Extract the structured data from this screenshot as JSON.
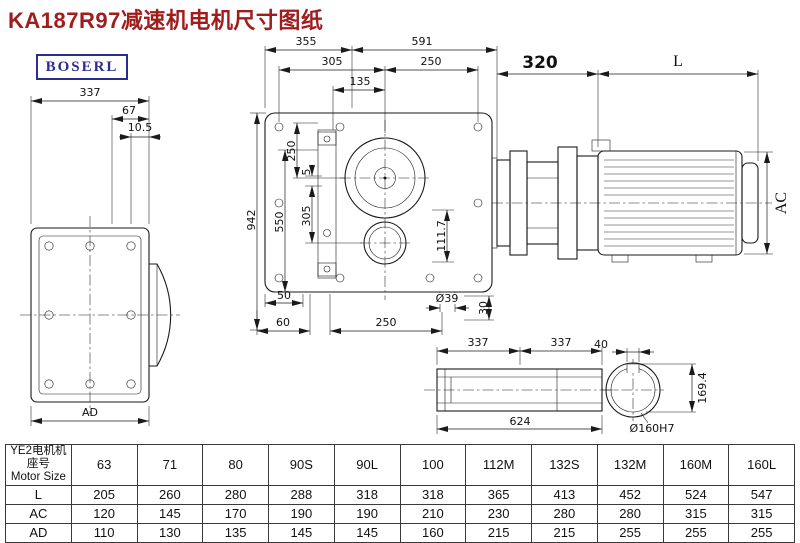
{
  "title": "KA187R97减速机电机尺寸图纸",
  "logo": {
    "text": "BOSERL"
  },
  "colors": {
    "title_red": "#a11d1d",
    "logo_blue": "#2b2b90",
    "line": "#1a1a1a"
  },
  "drawing": {
    "side_view": {
      "width": "337",
      "offset_67": "67",
      "offset_10_5": "10.5",
      "height_ad": "AD"
    },
    "front_view": {
      "top_355": "355",
      "top_591": "591",
      "top_305": "305",
      "top_250": "250",
      "top_135": "135",
      "left_942": "942",
      "left_550": "550",
      "left_250": "250",
      "left_5": "5",
      "left_305": "305",
      "right_111_7": "111.7",
      "bottom_50": "50",
      "bottom_60": "60",
      "bottom_250": "250",
      "bottom_dia_39": "Ø39",
      "bottom_30": "30"
    },
    "motor_view": {
      "adapter_320": "320",
      "motor_length": "L",
      "motor_diameter": "AC"
    },
    "shaft_view": {
      "left_337": "337",
      "right_337": "337",
      "total_624": "624"
    },
    "bore_view": {
      "keyway_40": "40",
      "keyway_169_4": "169.4",
      "bore_label": "Ø160H7"
    }
  },
  "table": {
    "header_line1": "YE2电机机座号",
    "header_line2": "Motor Size",
    "columns": [
      "63",
      "71",
      "80",
      "90S",
      "90L",
      "100",
      "112M",
      "132S",
      "132M",
      "160M",
      "160L"
    ],
    "rows": [
      {
        "label": "L",
        "values": [
          "205",
          "260",
          "280",
          "288",
          "318",
          "318",
          "365",
          "413",
          "452",
          "524",
          "547"
        ]
      },
      {
        "label": "AC",
        "values": [
          "120",
          "145",
          "170",
          "190",
          "190",
          "210",
          "230",
          "280",
          "280",
          "315",
          "315"
        ]
      },
      {
        "label": "AD",
        "values": [
          "110",
          "130",
          "135",
          "145",
          "145",
          "160",
          "215",
          "215",
          "255",
          "255",
          "255"
        ]
      }
    ]
  }
}
